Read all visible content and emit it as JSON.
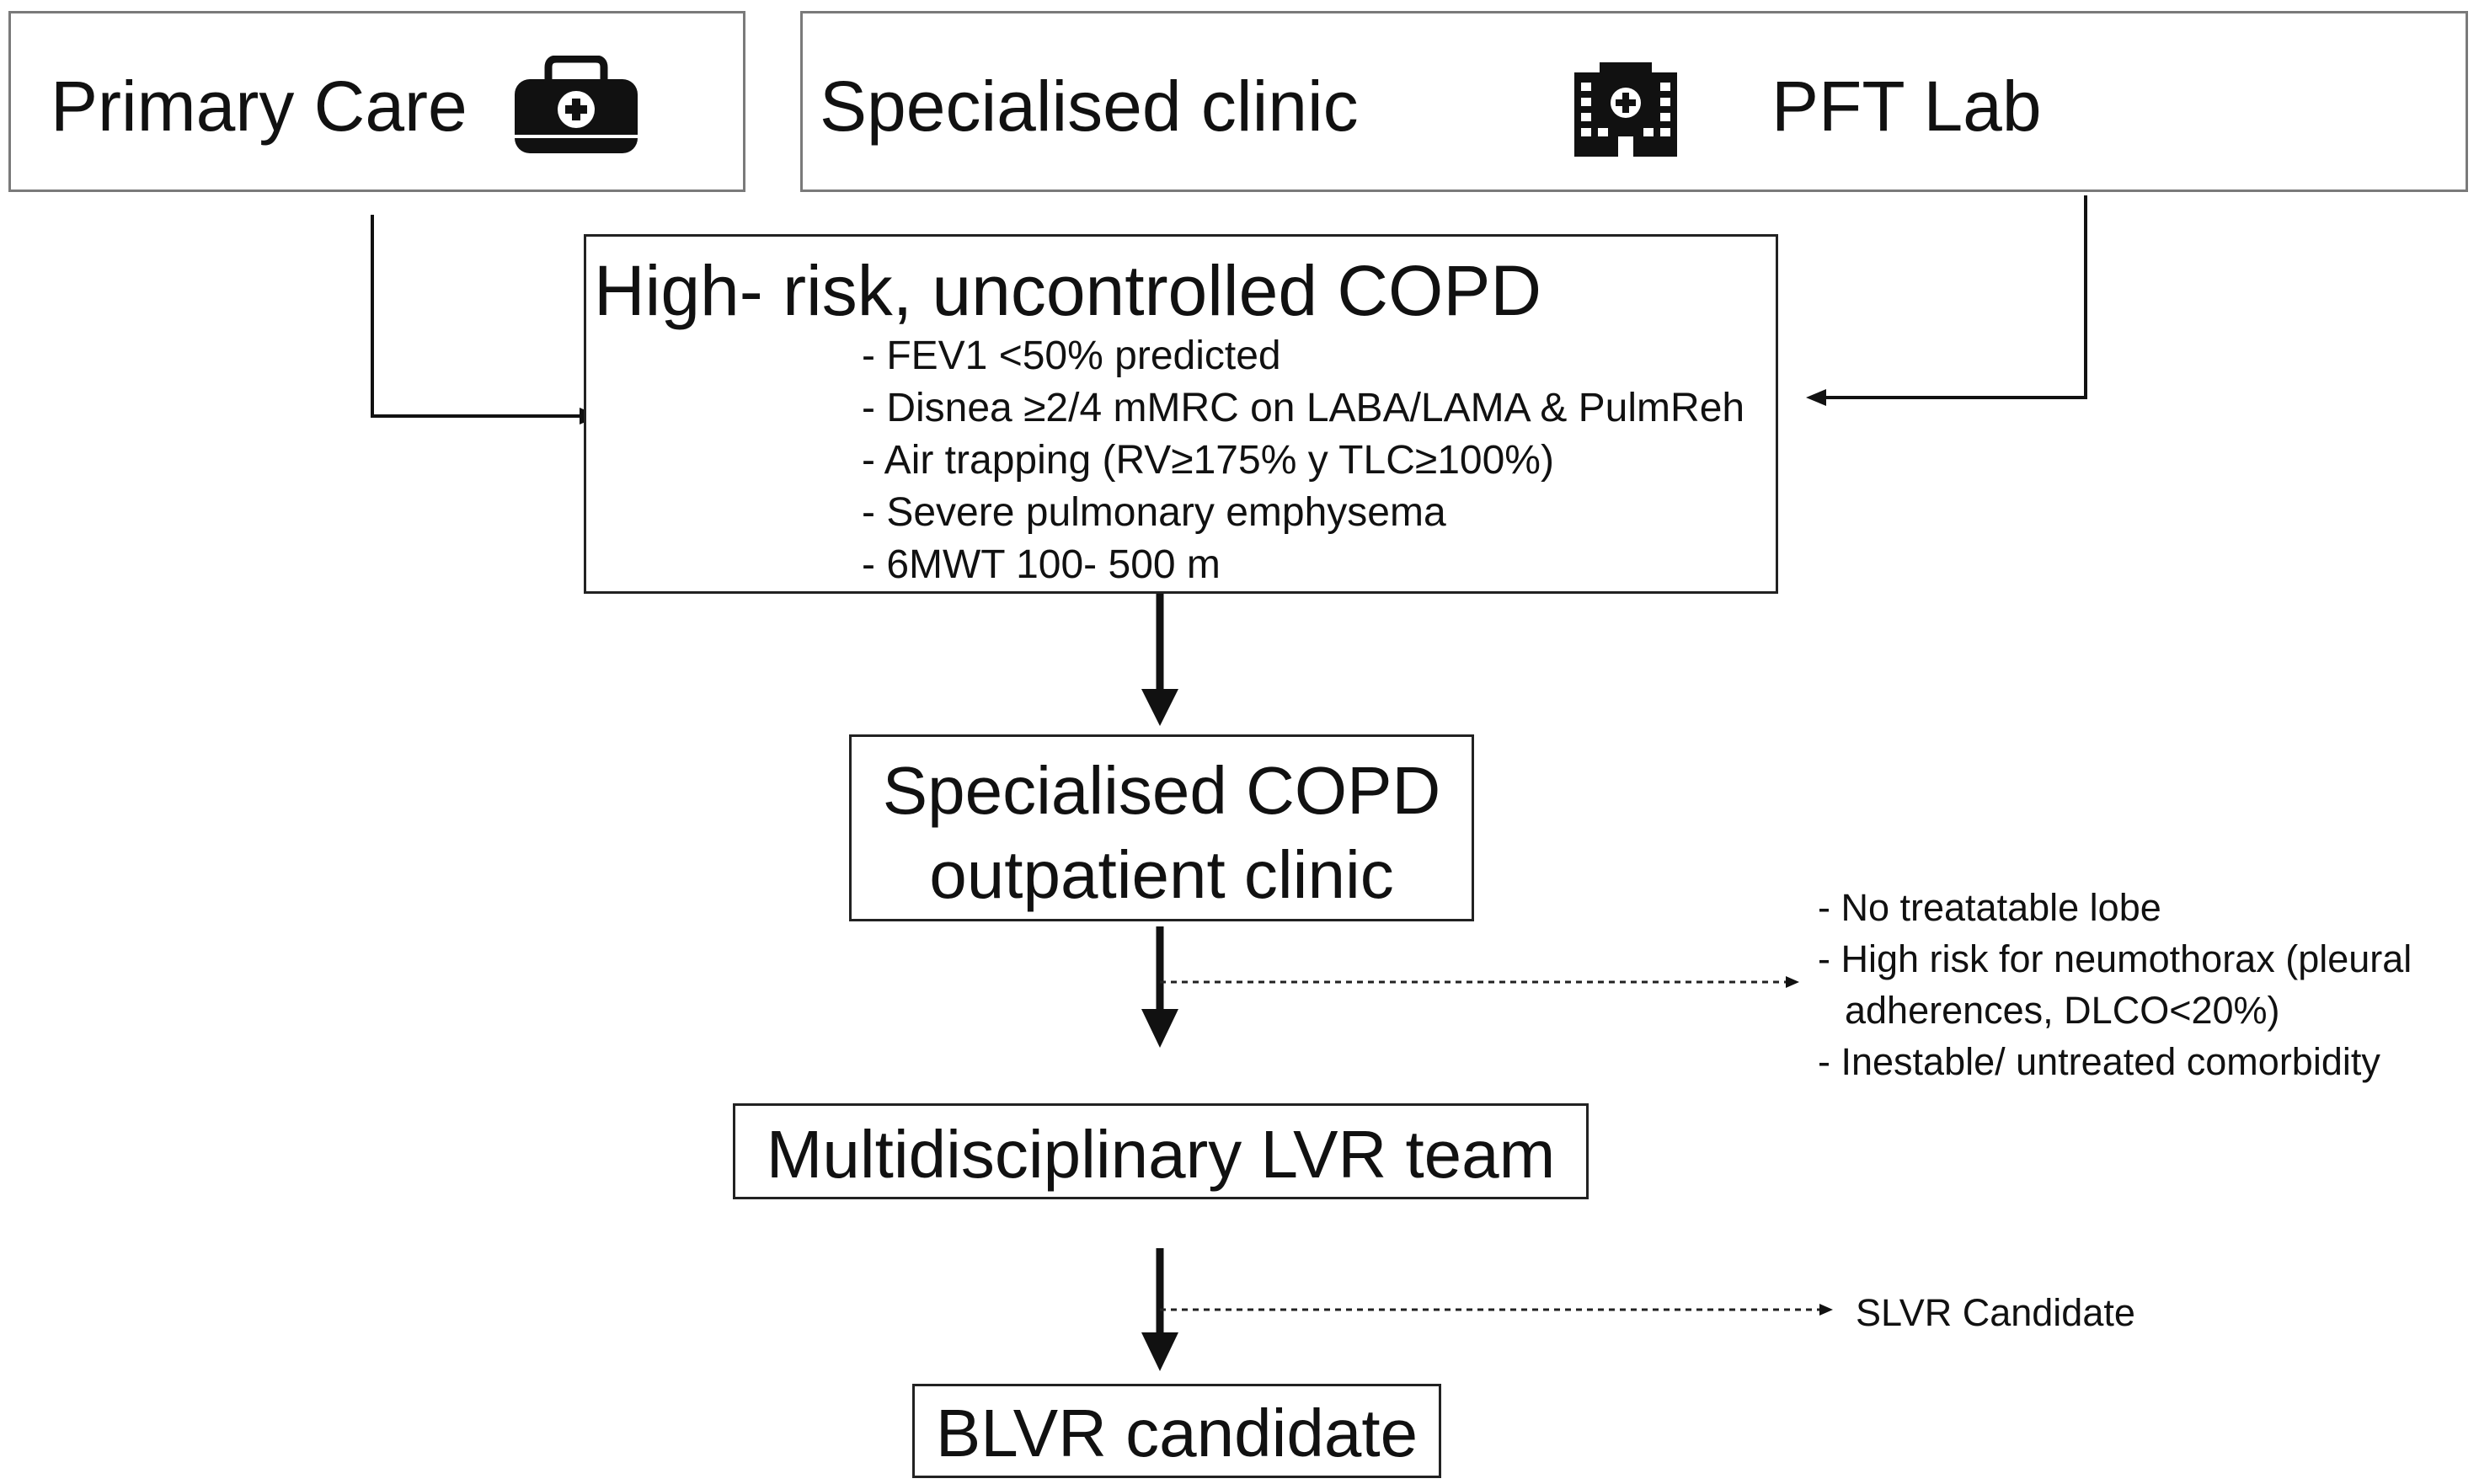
{
  "top_row": {
    "primary_care": {
      "label": "Primary Care",
      "icon": "medical-bag-icon"
    },
    "specialised_clinic": {
      "label": "Specialised clinic"
    },
    "pft_lab": {
      "label": "PFT Lab",
      "icon": "hospital-building-icon"
    }
  },
  "criteria_box": {
    "title": "High- risk, uncontrolled COPD",
    "items": [
      "- FEV1 <50% predicted",
      "- Disnea ≥2/4 mMRC on LABA/LAMA & PulmReh",
      "- Air trapping (RV≥175% y TLC≥100%)",
      "- Severe pulmonary emphysema",
      "- 6MWT 100- 500 m"
    ]
  },
  "outpatient_clinic": {
    "line1": "Specialised COPD",
    "line2": "outpatient clinic"
  },
  "exclusions": {
    "items": [
      "- No treatatable lobe",
      "- High risk for neumothorax (pleural",
      "adherences, DLCO<20%)",
      "- Inestable/ untreated comorbidity"
    ]
  },
  "lvr_team": {
    "label": "Multidisciplinary LVR team"
  },
  "slvr": {
    "label": "SLVR Candidate"
  },
  "blvr": {
    "label": "BLVR candidate"
  }
}
